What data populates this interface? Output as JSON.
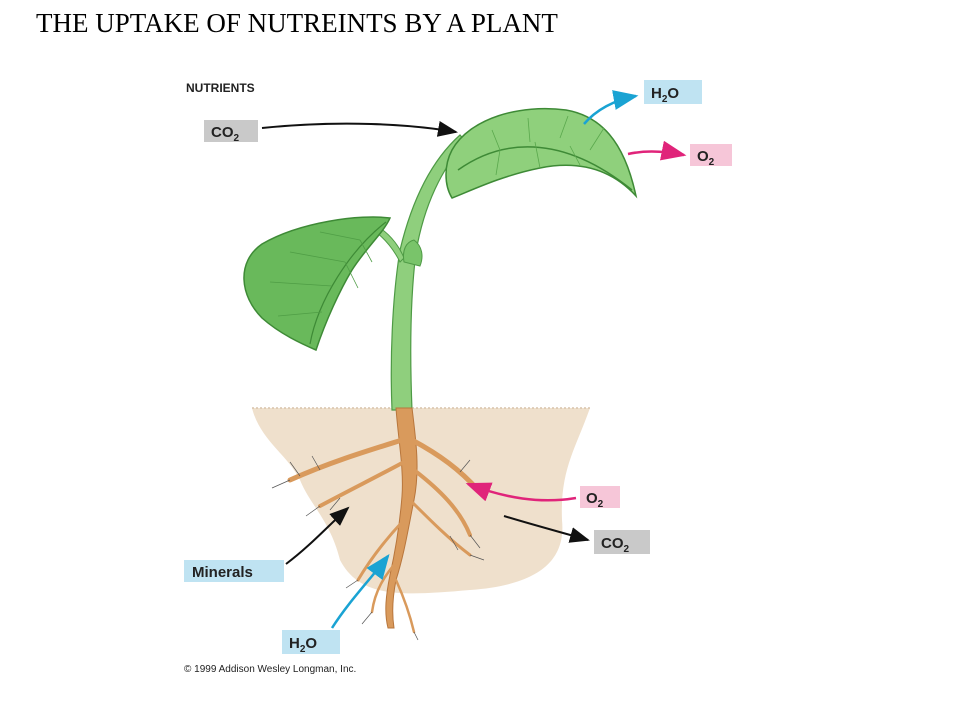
{
  "title": "THE UPTAKE OF NUTREINTS BY A PLANT",
  "diagram": {
    "heading": "Nutrients",
    "labels": {
      "co2_in": {
        "main": "CO",
        "sub": "2"
      },
      "h2o_out": {
        "pre": "H",
        "sub": "2",
        "post": "O"
      },
      "o2_out": {
        "main": "O",
        "sub": "2"
      },
      "o2_in": {
        "main": "O",
        "sub": "2"
      },
      "co2_out": {
        "main": "CO",
        "sub": "2"
      },
      "minerals": "Minerals",
      "h2o_in": {
        "pre": "H",
        "sub": "2",
        "post": "O"
      }
    },
    "copyright": "© 1999 Addison Wesley Longman, Inc."
  },
  "colors": {
    "gray_box": "#c9c9c9",
    "blue_box": "#bfe3f2",
    "pink_box": "#f6c6d8",
    "blue_arrow": "#1aa3d3",
    "pink_arrow": "#e0247a",
    "black_arrow": "#111111",
    "leaf": "#79c46a",
    "leaf_dark": "#4e9a45",
    "stem": "#8fcf7d",
    "soil": "#efe0cc",
    "root": "#d99a5c"
  }
}
